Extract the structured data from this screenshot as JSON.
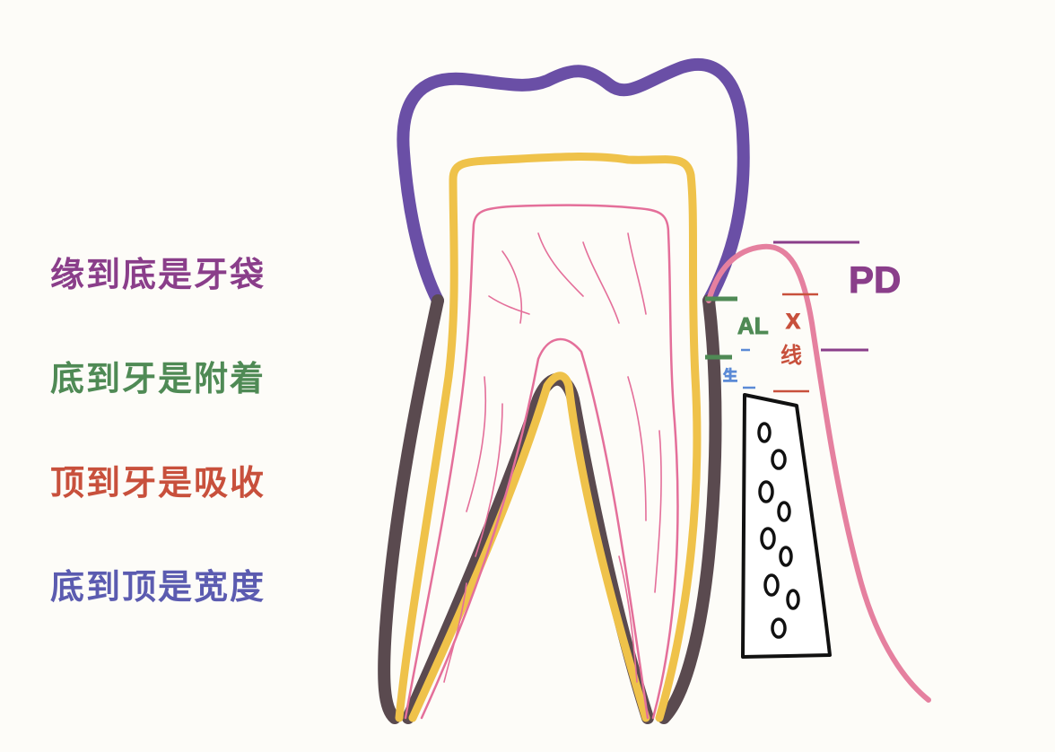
{
  "legend": [
    {
      "text": "缘到底是牙袋",
      "color": "#8a3e8a"
    },
    {
      "text": "底到牙是附着",
      "color": "#4f8a55"
    },
    {
      "text": "顶到牙是吸收",
      "color": "#c8503c"
    },
    {
      "text": "底到顶是宽度",
      "color": "#5b5bb0"
    }
  ],
  "labels": {
    "pd": "PD",
    "al": "AL",
    "x": "X",
    "xian": "线",
    "sheng": "生"
  },
  "colors": {
    "enamel": "#6a4fa6",
    "dentin": "#efc24a",
    "pulp": "#e46f9a",
    "cementum": "#5a4a4f",
    "gingiva": "#e5809f",
    "bone": "#111111",
    "pd_marks": "#8a3e8a",
    "al_marks": "#4f8a55",
    "x_marks": "#c8503c",
    "sheng_marks": "#5b8ad6"
  }
}
